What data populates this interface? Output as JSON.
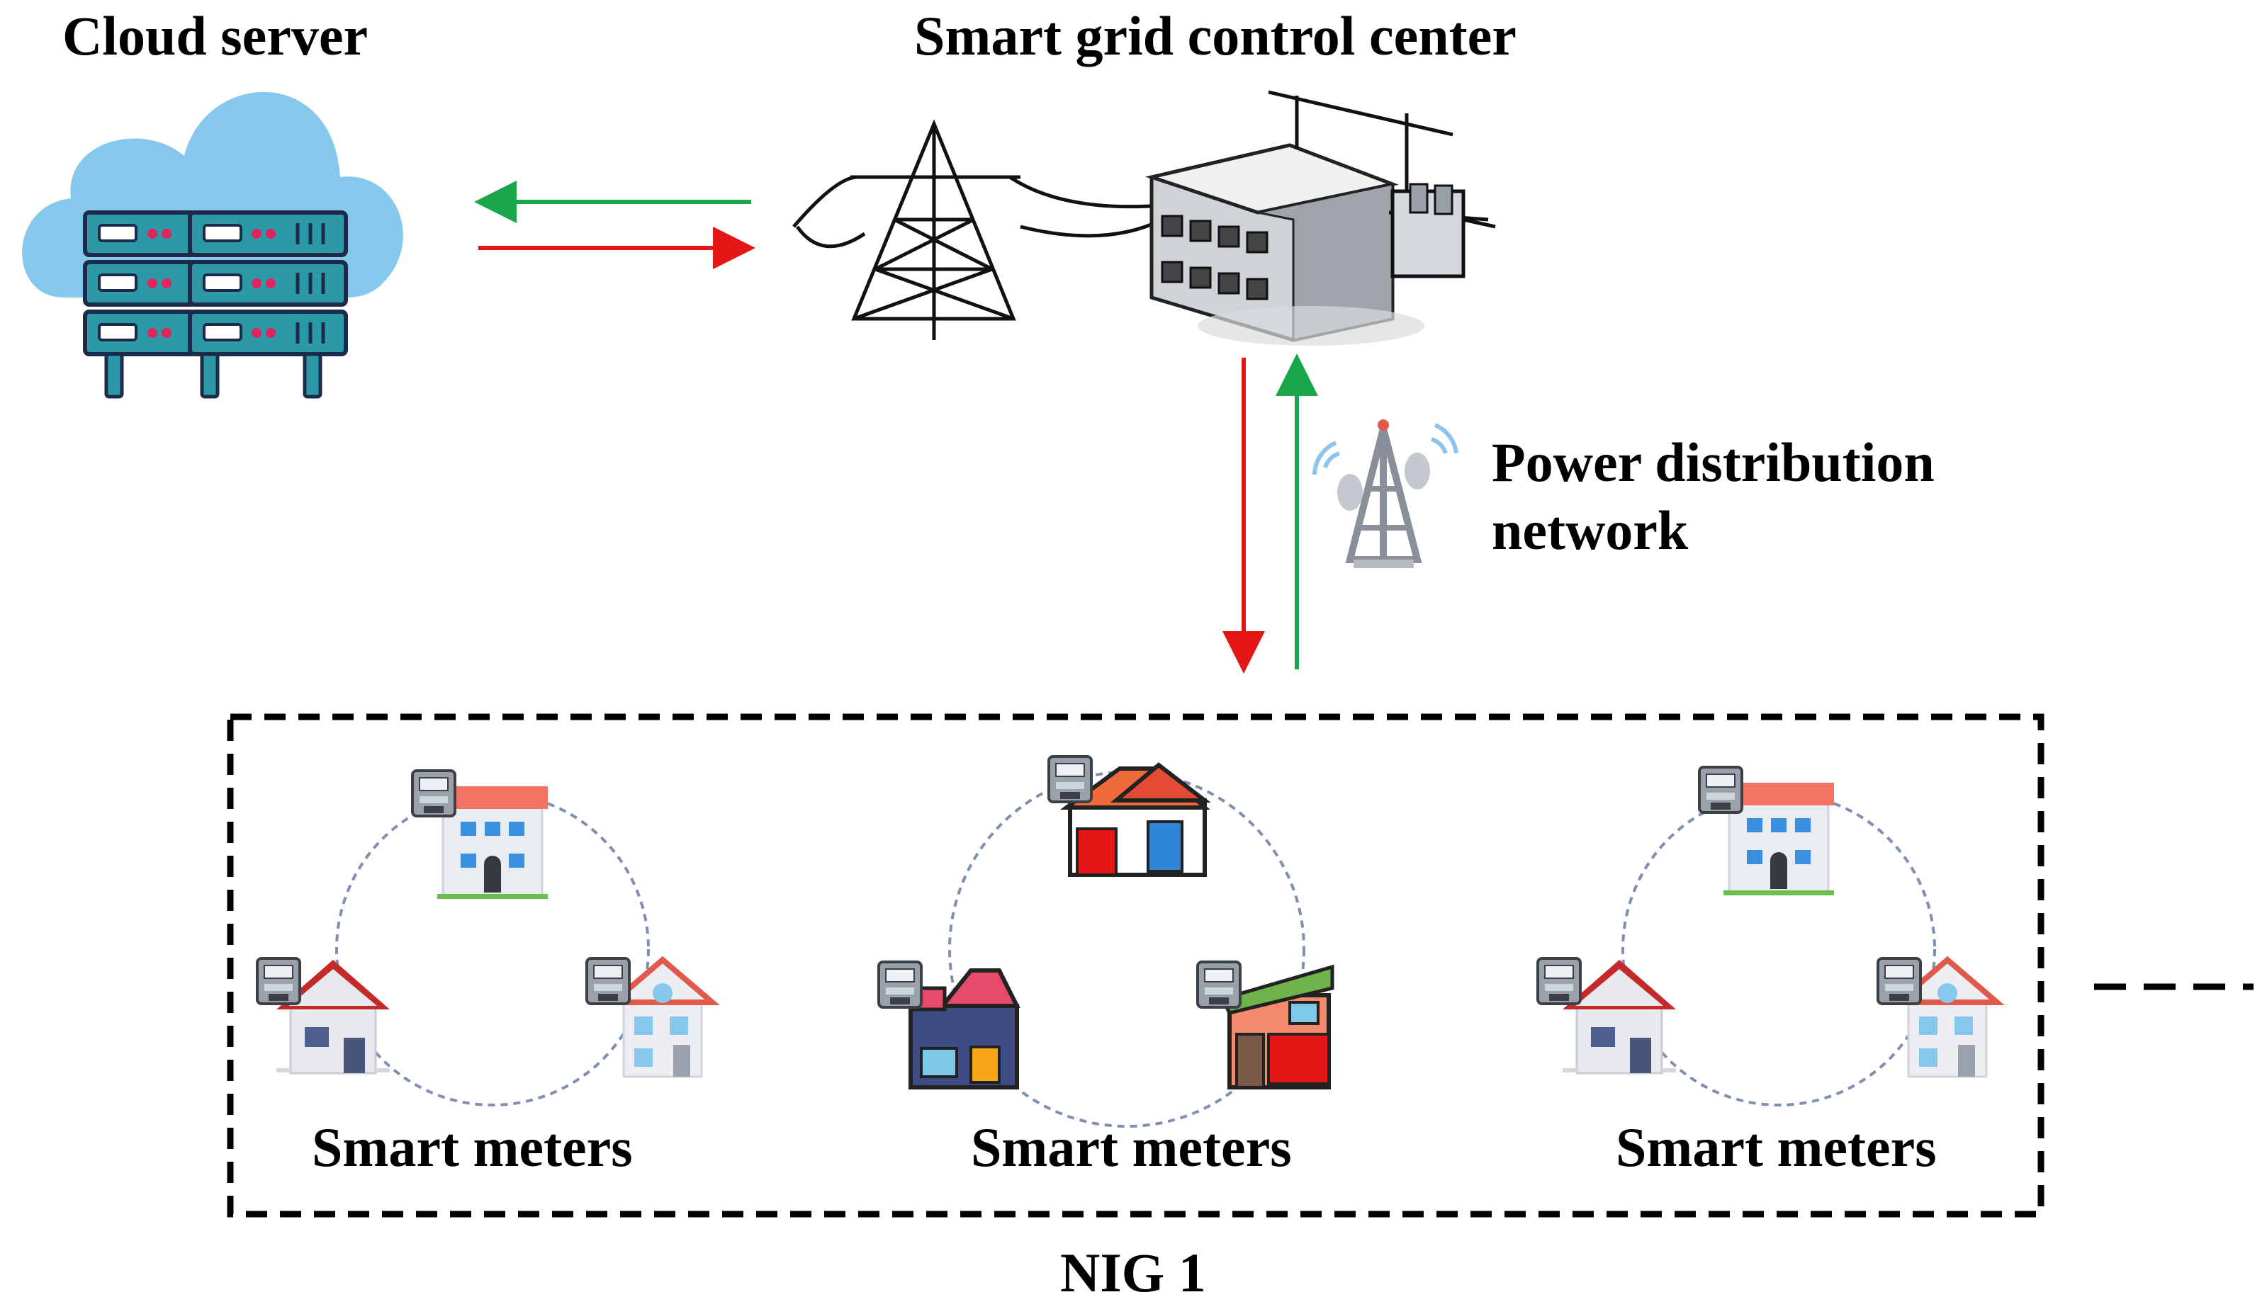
{
  "labels": {
    "cloud_server": "Cloud server",
    "control_center": "Smart grid control center",
    "power_network": "Power distribution network",
    "smart_meters": [
      "Smart meters",
      "Smart meters",
      "Smart meters"
    ],
    "group": "NIG 1"
  },
  "colors": {
    "uplink_arrow": "#1aa64a",
    "downlink_arrow": "#e51616",
    "cloud": "#86c8ec",
    "server": "#2b9aa6",
    "group_border": "#000000",
    "ring": "#7f8fb0"
  },
  "icons": [
    "cloud-server-icon",
    "transmission-tower-icon",
    "control-center-building-icon",
    "wireless-tower-icon",
    "house-icon",
    "smart-meter-icon"
  ]
}
